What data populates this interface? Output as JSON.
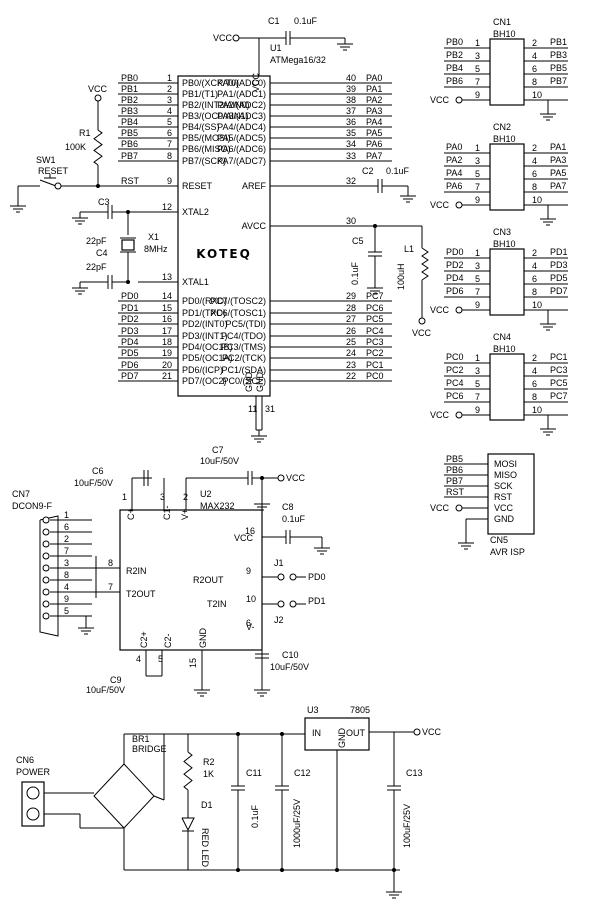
{
  "u1": {
    "ref": "U1",
    "part": "ATMega16/32",
    "vcc": "VCC",
    "logo": "KOTEQ",
    "left_pins": [
      {
        "num": "1",
        "name": "PB0/(XCK/T0)",
        "net": "PB0"
      },
      {
        "num": "2",
        "name": "PB1/(T1)",
        "net": "PB1"
      },
      {
        "num": "3",
        "name": "PB2/(INT2/AIN0)",
        "net": "PB2"
      },
      {
        "num": "4",
        "name": "PB3/(OC0/AIN1)",
        "net": "PB3"
      },
      {
        "num": "5",
        "name": "PB4/(SS)",
        "net": "PB4"
      },
      {
        "num": "6",
        "name": "PB5/(MOSI)",
        "net": "PB5"
      },
      {
        "num": "7",
        "name": "PB6/(MISO)",
        "net": "PB6"
      },
      {
        "num": "8",
        "name": "PB7/(SCK)",
        "net": "PB7"
      },
      {
        "num": "9",
        "name": "RESET",
        "net": "RST"
      },
      {
        "num": "12",
        "name": "XTAL2",
        "net": ""
      },
      {
        "num": "13",
        "name": "XTAL1",
        "net": ""
      },
      {
        "num": "14",
        "name": "PD0/(RXD)",
        "net": "PD0"
      },
      {
        "num": "15",
        "name": "PD1/(TXD)",
        "net": "PD1"
      },
      {
        "num": "16",
        "name": "PD2/(INT0)",
        "net": "PD2"
      },
      {
        "num": "17",
        "name": "PD3/(INT1)",
        "net": "PD3"
      },
      {
        "num": "18",
        "name": "PD4/(OC1B)",
        "net": "PD4"
      },
      {
        "num": "19",
        "name": "PD5/(OC1A)",
        "net": "PD5"
      },
      {
        "num": "20",
        "name": "PD6/(ICP)",
        "net": "PD6"
      },
      {
        "num": "21",
        "name": "PD7/(OC2)",
        "net": "PD7"
      }
    ],
    "right_pins": [
      {
        "num": "40",
        "name": "PA0/(ADC0)",
        "net": "PA0"
      },
      {
        "num": "39",
        "name": "PA1/(ADC1)",
        "net": "PA1"
      },
      {
        "num": "38",
        "name": "PA2/(ADC2)",
        "net": "PA2"
      },
      {
        "num": "37",
        "name": "PA3/(ADC3)",
        "net": "PA3"
      },
      {
        "num": "36",
        "name": "PA4/(ADC4)",
        "net": "PA4"
      },
      {
        "num": "35",
        "name": "PA5/(ADC5)",
        "net": "PA5"
      },
      {
        "num": "34",
        "name": "PA6/(ADC6)",
        "net": "PA6"
      },
      {
        "num": "33",
        "name": "PA7/(ADC7)",
        "net": "PA7"
      },
      {
        "num": "32",
        "name": "AREF",
        "net": ""
      },
      {
        "num": "30",
        "name": "AVCC",
        "net": ""
      },
      {
        "num": "29",
        "name": "PC7/(TOSC2)",
        "net": "PC7"
      },
      {
        "num": "28",
        "name": "PC6/(TOSC1)",
        "net": "PC6"
      },
      {
        "num": "27",
        "name": "PC5/(TDI)",
        "net": "PC5"
      },
      {
        "num": "26",
        "name": "PC4/(TDO)",
        "net": "PC4"
      },
      {
        "num": "25",
        "name": "PC3/(TMS)",
        "net": "PC3"
      },
      {
        "num": "24",
        "name": "PC2/(TCK)",
        "net": "PC2"
      },
      {
        "num": "23",
        "name": "PC1/(SDA)",
        "net": "PC1"
      },
      {
        "num": "22",
        "name": "PC0/(SCL)",
        "net": "PC0"
      }
    ],
    "bottom_pins": [
      {
        "num": "11",
        "name": "GND"
      },
      {
        "num": "31",
        "name": "GND"
      }
    ]
  },
  "mcu_parts": {
    "c1": {
      "ref": "C1",
      "value": "0.1uF",
      "vcc": "VCC"
    },
    "r1": {
      "ref": "R1",
      "value": "100K",
      "vcc": "VCC"
    },
    "sw1": {
      "ref": "SW1",
      "value": "RESET"
    },
    "c3": {
      "ref": "C3",
      "value": "22pF"
    },
    "c4": {
      "ref": "C4",
      "value": "22pF"
    },
    "x1": {
      "ref": "X1",
      "value": "8MHz"
    },
    "c2": {
      "ref": "C2",
      "value": "0.1uF"
    },
    "c5": {
      "ref": "C5",
      "value": "0.1uF"
    },
    "l1": {
      "ref": "L1",
      "value": "100uH",
      "vcc": "VCC"
    }
  },
  "headers": [
    {
      "ref": "CN1",
      "part": "BH10",
      "rows": [
        {
          "ln": "PB0",
          "lp": "1",
          "rp": "2",
          "rn": "PB1"
        },
        {
          "ln": "PB2",
          "lp": "3",
          "rp": "4",
          "rn": "PB3"
        },
        {
          "ln": "PB4",
          "lp": "5",
          "rp": "6",
          "rn": "PB5"
        },
        {
          "ln": "PB6",
          "lp": "7",
          "rp": "8",
          "rn": "PB7"
        },
        {
          "ln": "VCC",
          "lp": "9",
          "rp": "10",
          "rn": ""
        }
      ]
    },
    {
      "ref": "CN2",
      "part": "BH10",
      "rows": [
        {
          "ln": "PA0",
          "lp": "1",
          "rp": "2",
          "rn": "PA1"
        },
        {
          "ln": "PA2",
          "lp": "3",
          "rp": "4",
          "rn": "PA3"
        },
        {
          "ln": "PA4",
          "lp": "5",
          "rp": "6",
          "rn": "PA5"
        },
        {
          "ln": "PA6",
          "lp": "7",
          "rp": "8",
          "rn": "PA7"
        },
        {
          "ln": "VCC",
          "lp": "9",
          "rp": "10",
          "rn": ""
        }
      ]
    },
    {
      "ref": "CN3",
      "part": "BH10",
      "rows": [
        {
          "ln": "PD0",
          "lp": "1",
          "rp": "2",
          "rn": "PD1"
        },
        {
          "ln": "PD2",
          "lp": "3",
          "rp": "4",
          "rn": "PD3"
        },
        {
          "ln": "PD4",
          "lp": "5",
          "rp": "6",
          "rn": "PD5"
        },
        {
          "ln": "PD6",
          "lp": "7",
          "rp": "8",
          "rn": "PD7"
        },
        {
          "ln": "VCC",
          "lp": "9",
          "rp": "10",
          "rn": ""
        }
      ]
    },
    {
      "ref": "CN4",
      "part": "BH10",
      "rows": [
        {
          "ln": "PC0",
          "lp": "1",
          "rp": "2",
          "rn": "PC1"
        },
        {
          "ln": "PC2",
          "lp": "3",
          "rp": "4",
          "rn": "PC3"
        },
        {
          "ln": "PC4",
          "lp": "5",
          "rp": "6",
          "rn": "PC5"
        },
        {
          "ln": "PC6",
          "lp": "7",
          "rp": "8",
          "rn": "PC7"
        },
        {
          "ln": "VCC",
          "lp": "9",
          "rp": "10",
          "rn": ""
        }
      ]
    }
  ],
  "isp": {
    "ref": "CN5",
    "part": "AVR ISP",
    "nets": [
      "PB5",
      "PB6",
      "PB7",
      "RST",
      "VCC"
    ],
    "pins": [
      "MOSI",
      "MISO",
      "SCK",
      "RST",
      "VCC",
      "GND"
    ]
  },
  "rs232": {
    "u2": {
      "ref": "U2",
      "part": "MAX232"
    },
    "c6": {
      "ref": "C6",
      "value": "10uF/50V"
    },
    "c7": {
      "ref": "C7",
      "value": "10uF/50V"
    },
    "c8": {
      "ref": "C8",
      "value": "0.1uF"
    },
    "c9": {
      "ref": "C9",
      "value": "10uF/50V"
    },
    "c10": {
      "ref": "C10",
      "value": "10uF/50V"
    },
    "cn7": {
      "ref": "CN7",
      "part": "DCON9-F",
      "pins": [
        "1",
        "6",
        "2",
        "7",
        "3",
        "8",
        "4",
        "9",
        "5"
      ]
    },
    "j1": "J1",
    "j2": "J2",
    "vcc": "VCC",
    "pins": {
      "c1p": "C+",
      "c1m": "C1-",
      "vp": "V+",
      "vcc": "VCC",
      "r2in": "R2IN",
      "t2out": "T2OUT",
      "r2out": "R2OUT",
      "t2in": "T2IN",
      "c2p": "C2+",
      "c2m": "C2-",
      "gnd": "GND",
      "vm": "V-",
      "n1": "1",
      "n3": "3",
      "n2": "2",
      "n16": "16",
      "n8": "8",
      "n7": "7",
      "n9": "9",
      "n10": "10",
      "n4": "4",
      "n5": "5",
      "n15": "15",
      "n6": "6"
    },
    "nets": {
      "pd0": "PD0",
      "pd1": "PD1"
    }
  },
  "power": {
    "cn6": {
      "ref": "CN6",
      "part": "POWER"
    },
    "br1": {
      "ref": "BR1",
      "part": "BRIDGE"
    },
    "r2": {
      "ref": "R2",
      "value": "1K"
    },
    "d1": {
      "ref": "D1",
      "part": "RED LED"
    },
    "c11": {
      "ref": "C11",
      "value": "0.1uF"
    },
    "c12": {
      "ref": "C12",
      "value": "1000uF/25V"
    },
    "c13": {
      "ref": "C13",
      "value": "100uF/25V"
    },
    "u3": {
      "ref": "U3",
      "part": "7805",
      "in": "IN",
      "gnd": "GND",
      "out": "OUT",
      "vcc": "VCC"
    }
  }
}
